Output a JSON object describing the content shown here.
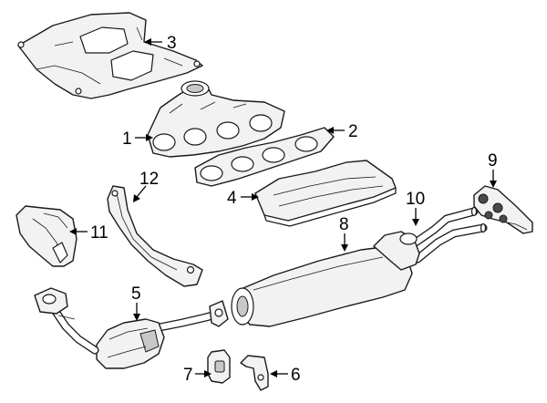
{
  "callouts": [
    {
      "id": "1",
      "label": "1",
      "part": "exhaust-manifold"
    },
    {
      "id": "2",
      "label": "2",
      "part": "manifold-gasket"
    },
    {
      "id": "3",
      "label": "3",
      "part": "upper-heat-shield"
    },
    {
      "id": "4",
      "label": "4",
      "part": "lower-heat-shield"
    },
    {
      "id": "5",
      "label": "5",
      "part": "catalytic-converter"
    },
    {
      "id": "6",
      "label": "6",
      "part": "bracket"
    },
    {
      "id": "7",
      "label": "7",
      "part": "rubber-hanger"
    },
    {
      "id": "8",
      "label": "8",
      "part": "muffler"
    },
    {
      "id": "9",
      "label": "9",
      "part": "mounting-bracket"
    },
    {
      "id": "10",
      "label": "10",
      "part": "tail-pipes"
    },
    {
      "id": "11",
      "label": "11",
      "part": "converter-heat-shield"
    },
    {
      "id": "12",
      "label": "12",
      "part": "pipe-heat-shield"
    }
  ]
}
